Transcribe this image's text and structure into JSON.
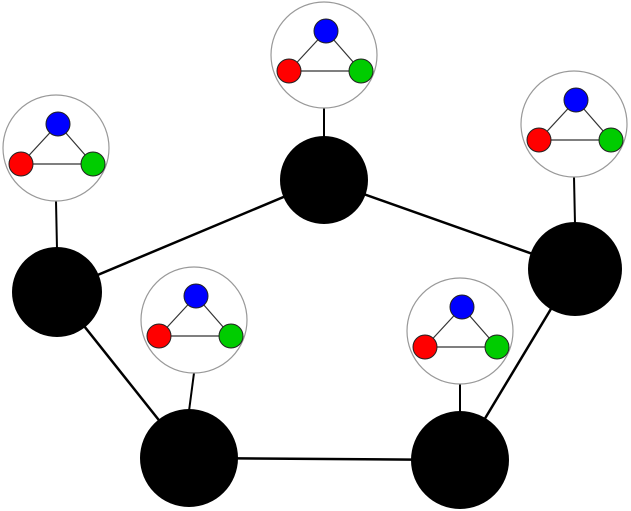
{
  "diagram": {
    "description_type": "graph-of-graphs",
    "main_node_color": "#000000",
    "edge_color": "#000000",
    "bubble_fill": "#ffffff",
    "bubble_stroke": "#999999",
    "inner_colors": {
      "top": "#0000ff",
      "left": "#ff0000",
      "right": "#00cc00"
    },
    "main_nodes": [
      {
        "id": "top-center"
      },
      {
        "id": "right"
      },
      {
        "id": "bottom-right"
      },
      {
        "id": "bottom-left"
      },
      {
        "id": "left"
      }
    ],
    "main_edges": [
      [
        "top-center",
        "right"
      ],
      [
        "right",
        "bottom-right"
      ],
      [
        "bottom-right",
        "bottom-left"
      ],
      [
        "bottom-left",
        "left"
      ],
      [
        "left",
        "top-center"
      ]
    ],
    "nested_graphs": [
      {
        "attached_to": "top-center",
        "nodes": [
          "top",
          "left",
          "right"
        ]
      },
      {
        "attached_to": "right",
        "nodes": [
          "top",
          "left",
          "right"
        ]
      },
      {
        "attached_to": "bottom-right",
        "nodes": [
          "top",
          "left",
          "right"
        ]
      },
      {
        "attached_to": "bottom-left",
        "nodes": [
          "top",
          "left",
          "right"
        ]
      },
      {
        "attached_to": "left",
        "nodes": [
          "top",
          "left",
          "right"
        ]
      }
    ]
  }
}
